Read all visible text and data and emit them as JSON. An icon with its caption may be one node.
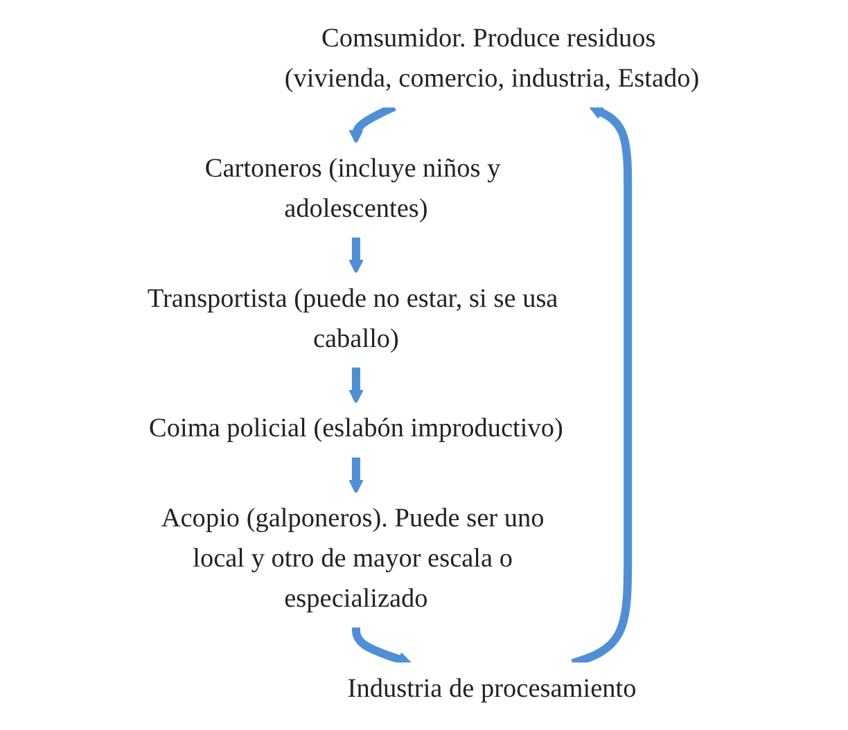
{
  "diagram": {
    "nodes": [
      {
        "text": [
          "Comsumidor. Produce residuos (vivienda, comercio, industria, Estado)"
        ]
      },
      {
        "text": [
          "Cartoneros (incluye niños y adolescentes)"
        ]
      },
      {
        "text": [
          "Transportista (puede no estar, si se usa caballo)"
        ]
      },
      {
        "text": [
          "Coima policial (eslabón improductivo)"
        ]
      },
      {
        "text": [
          "Acopio (galponeros). Puede ser uno local y otro de mayor escala o especializado"
        ]
      },
      {
        "text": [
          "Industria de procesamiento"
        ]
      }
    ],
    "edges": [
      {
        "from": 0,
        "to": 1,
        "arrow": "to"
      },
      {
        "from": 1,
        "to": 2,
        "arrow": "to"
      },
      {
        "from": 2,
        "to": 3,
        "arrow": "to"
      },
      {
        "from": 3,
        "to": 4,
        "arrow": "to"
      },
      {
        "from": 4,
        "to": 5,
        "arrow": "to"
      },
      {
        "from": 5,
        "to": 0,
        "arrow": "to"
      }
    ]
  }
}
